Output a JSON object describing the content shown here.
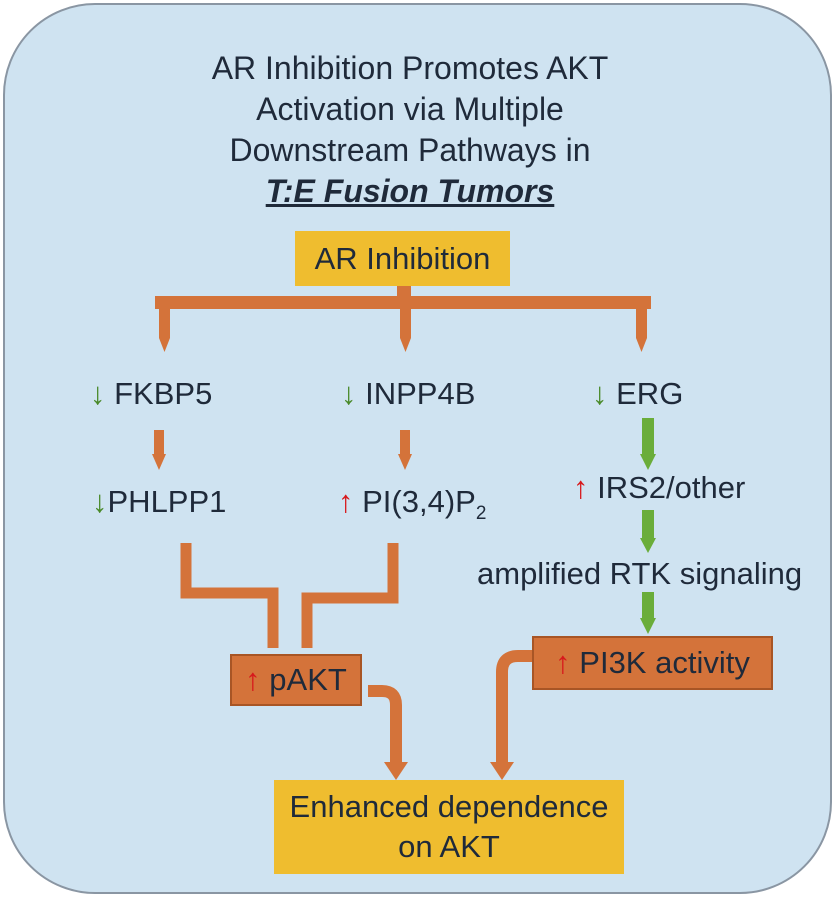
{
  "title": {
    "line1": "AR Inhibition Promotes AKT",
    "line2": "Activation via Multiple",
    "line3": "Downstream Pathways in",
    "emphasis": "T:E Fusion Tumors"
  },
  "nodes": {
    "ar_inhibition": "AR Inhibition",
    "fkbp5": "FKBP5",
    "inpp4b": "INPP4B",
    "erg": "ERG",
    "phlpp1": "PHLPP1",
    "pi34p2": "PI(3,4)P",
    "pi34p2_subscript": "2",
    "irs2": "IRS2/other",
    "rtk": "amplified RTK signaling",
    "pakt": "pAKT",
    "pi3k": "PI3K activity",
    "enhanced_line1": "Enhanced dependence",
    "enhanced_line2": "on AKT"
  },
  "symbols": {
    "down_arrow": "↓",
    "up_arrow": "↑"
  },
  "colors": {
    "background_panel": "#cfe3f1",
    "panel_border": "#8a96a3",
    "gold_box": "#efbd2f",
    "orange_connector": "#d4733a",
    "green_connector": "#6aad3a",
    "down_arrow_color": "#4a8a2a",
    "up_arrow_color": "#d7191c",
    "text": "#1f2a3a"
  }
}
